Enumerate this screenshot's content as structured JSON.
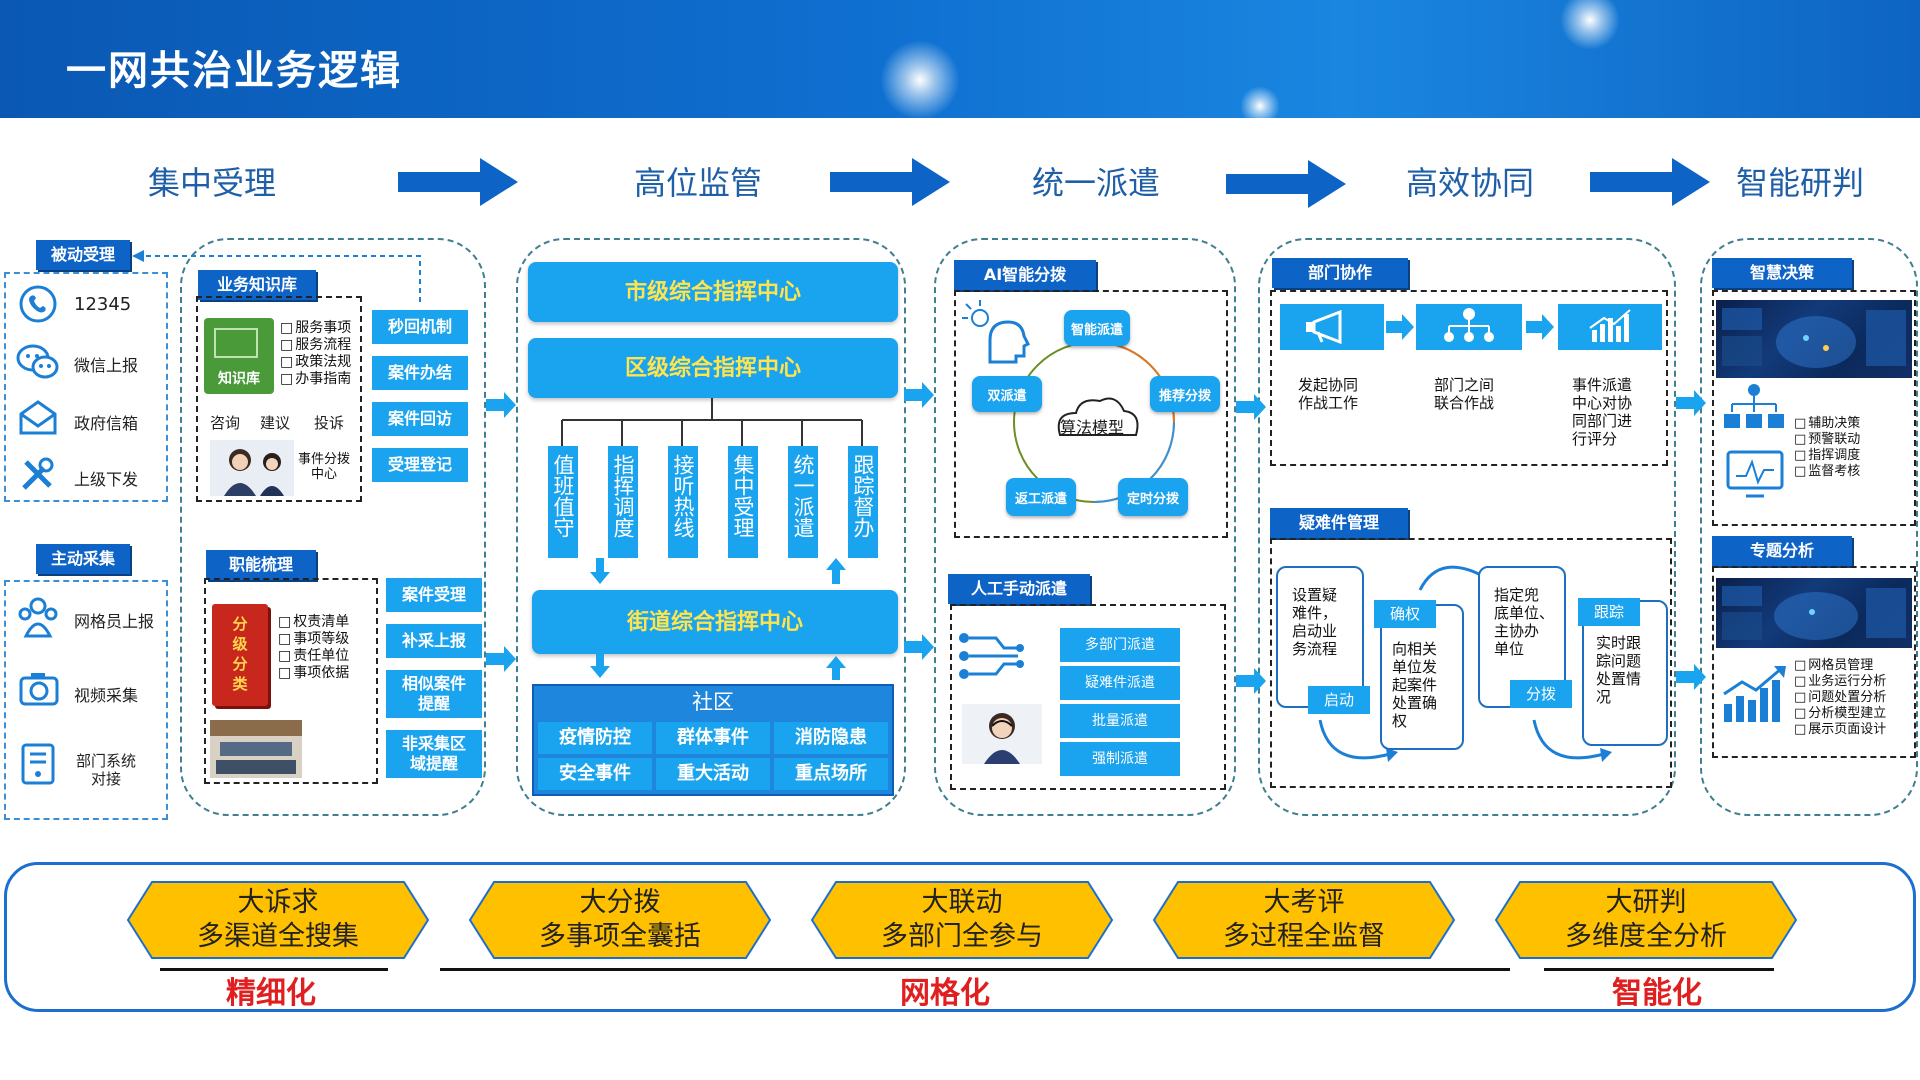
{
  "title": "一网共治业务逻辑",
  "stages": [
    "集中受理",
    "高位监管",
    "统一派遣",
    "高效协同",
    "智能研判"
  ],
  "colors": {
    "header": "#0e63c6",
    "accent": "#1aa3ee",
    "tab": "#0e63c6",
    "hex": "#ffc000",
    "red": "#e02020",
    "stage": "#1f5fa8"
  },
  "panel1": {
    "passive_tab": "被动受理",
    "passive_items": [
      {
        "icon": "phone-icon",
        "label": "12345"
      },
      {
        "icon": "wechat-icon",
        "label": "微信上报"
      },
      {
        "icon": "mail-icon",
        "label": "政府信箱"
      },
      {
        "icon": "tools-icon",
        "label": "上级下发"
      }
    ],
    "active_tab": "主动采集",
    "active_items": [
      {
        "icon": "group-icon",
        "label": "网格员上报"
      },
      {
        "icon": "camera-icon",
        "label": "视频采集"
      },
      {
        "icon": "device-icon",
        "label": "部门系统\n对接"
      }
    ],
    "kb_tab": "业务知识库",
    "kb_book": "知识库",
    "kb_list": [
      "服务事项",
      "服务流程",
      "政策法规",
      "办事指南"
    ],
    "kb_actions": [
      "咨询",
      "建议",
      "投诉"
    ],
    "kb_dispatch": "事件分拨\n中心",
    "kb_buttons": [
      "秒回机制",
      "案件办结",
      "案件回访",
      "受理登记"
    ],
    "duty_tab": "职能梳理",
    "duty_book": "分级分类",
    "duty_list": [
      "权责清单",
      "事项等级",
      "责任单位",
      "事项依据"
    ],
    "duty_buttons": [
      "案件受理",
      "补采上报",
      "相似案件\n提醒",
      "非采集区\n域提醒"
    ]
  },
  "panel2": {
    "city_center": "市级综合指挥中心",
    "district_center": "区级综合指挥中心",
    "columns": [
      "值班值守",
      "指挥调度",
      "接听热线",
      "集中受理",
      "统一派遣",
      "跟踪督办"
    ],
    "street_center": "街道综合指挥中心",
    "community_label": "社区",
    "community_cells": [
      "疫情防控",
      "群体事件",
      "消防隐患",
      "安全事件",
      "重大活动",
      "重点场所"
    ]
  },
  "panel3": {
    "ai_tab": "AI智能分拨",
    "center_label": "算法模型",
    "cycle": [
      "智能派遣",
      "推荐分拨",
      "定时分拨",
      "返工派遣",
      "双派遣"
    ],
    "manual_tab": "人工手动派遣",
    "manual_buttons": [
      "多部门派遣",
      "疑难件派遣",
      "批量派遣",
      "强制派遣"
    ]
  },
  "panel4": {
    "coop_tab": "部门协作",
    "coop_steps": [
      {
        "icon": "megaphone-icon",
        "text": "发起协同\n作战工作"
      },
      {
        "icon": "org-icon",
        "text": "部门之间\n联合作战"
      },
      {
        "icon": "barchart-icon",
        "text": "事件派遣\n中心对协\n同部门进\n行评分"
      }
    ],
    "hard_tab": "疑难件管理",
    "hard_cards": [
      {
        "label": "启动",
        "text": "设置疑\n难件，\n启动业\n务流程"
      },
      {
        "label": "确权",
        "text": "向相关\n单位发\n起案件\n处置确\n权"
      },
      {
        "label": "分拨",
        "text": "指定兜\n底单位、\n主协办\n单位"
      },
      {
        "label": "跟踪",
        "text": "实时跟\n踪问题\n处置情\n况"
      }
    ]
  },
  "panel5": {
    "decision_tab": "智慧决策",
    "decision_list": [
      "辅助决策",
      "预警联动",
      "指挥调度",
      "监督考核"
    ],
    "analysis_tab": "专题分析",
    "analysis_list": [
      "网格员管理",
      "业务运行分析",
      "问题处置分析",
      "分析模型建立",
      "展示页面设计"
    ]
  },
  "bottom": {
    "hexes": [
      {
        "top": "大诉求",
        "bottom": "多渠道全搜集"
      },
      {
        "top": "大分拨",
        "bottom": "多事项全囊括"
      },
      {
        "top": "大联动",
        "bottom": "多部门全参与"
      },
      {
        "top": "大考评",
        "bottom": "多过程全监督"
      },
      {
        "top": "大研判",
        "bottom": "多维度全分析"
      }
    ],
    "labels": [
      "精细化",
      "网格化",
      "智能化"
    ]
  }
}
